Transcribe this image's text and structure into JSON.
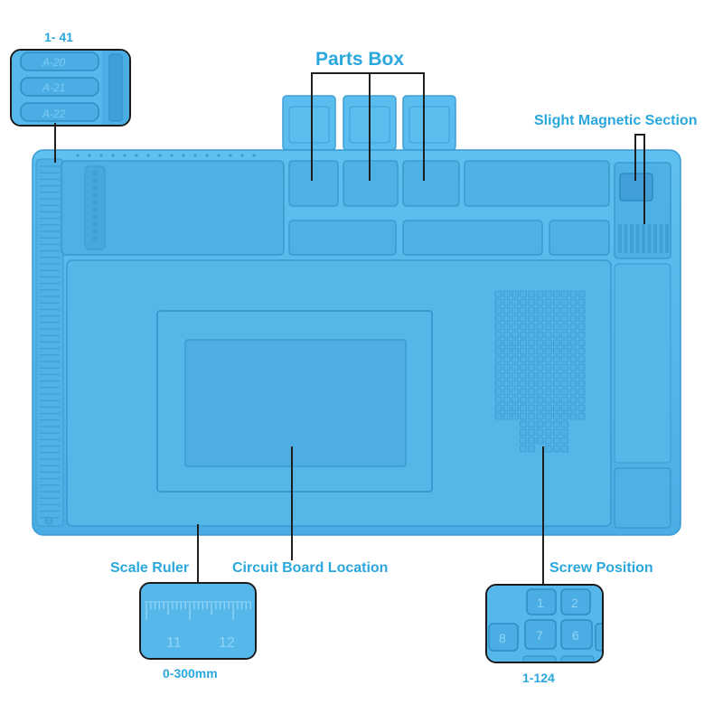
{
  "labels": {
    "range_top": "1- 41",
    "parts_box": "Parts Box",
    "magnetic": "Slight Magnetic Section",
    "scale_ruler": "Scale Ruler",
    "circuit_board": "Circuit Board Location",
    "screw_position": "Screw Position",
    "range_ruler": "0-300mm",
    "range_screw": "1-124"
  },
  "zoom_slots": [
    "A-20",
    "A-21",
    "A-22"
  ],
  "ruler_numbers": [
    "11",
    "12"
  ],
  "screw_numbers": [
    "1",
    "2",
    "8",
    "7",
    "6"
  ],
  "colors": {
    "mat": "#56b8ea",
    "mat_dark": "#3f9fd6",
    "label": "#2aa7dc"
  }
}
